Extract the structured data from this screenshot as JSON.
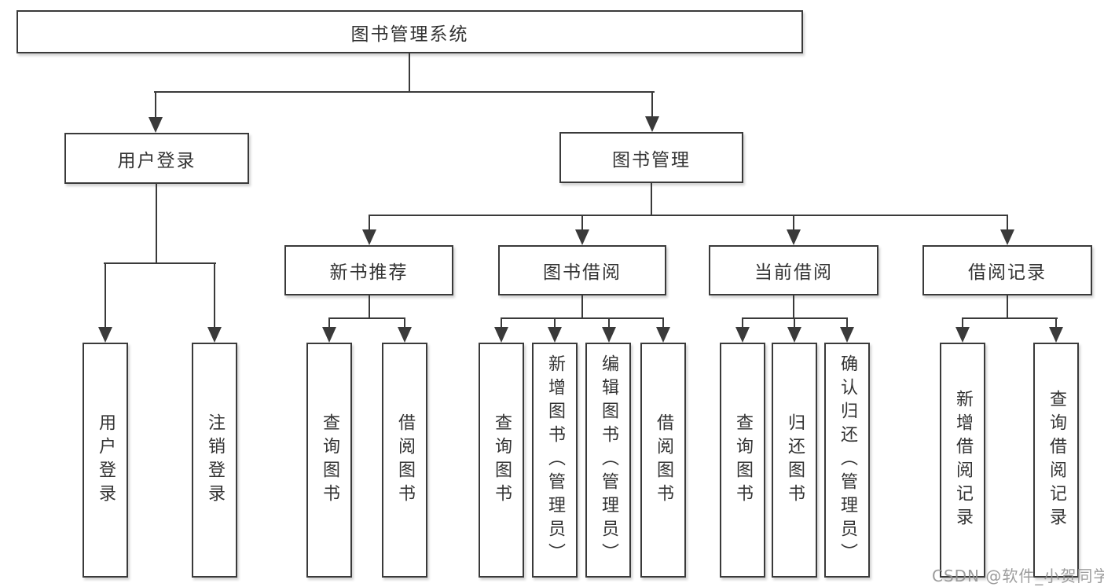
{
  "diagram": {
    "type": "hierarchy-tree",
    "orientation": "top-down",
    "colors": {
      "background": "#ffffff",
      "line": "#3a3a3a",
      "node_border": "#3a3a3a",
      "node_fill": "#ffffff",
      "text": "#333333",
      "watermark_text_color": "#919191"
    },
    "tree": {
      "label": "图书管理系统",
      "children": [
        {
          "label": "用户登录",
          "children": [
            {
              "label": "用户登录"
            },
            {
              "label": "注销登录"
            }
          ]
        },
        {
          "label": "图书管理",
          "children": [
            {
              "label": "新书推荐",
              "children": [
                {
                  "label": "查询图书"
                },
                {
                  "label": "借阅图书"
                }
              ]
            },
            {
              "label": "图书借阅",
              "children": [
                {
                  "label": "查询图书"
                },
                {
                  "label": "新增图书（管理员）"
                },
                {
                  "label": "编辑图书（管理员）"
                },
                {
                  "label": "借阅图书"
                }
              ]
            },
            {
              "label": "当前借阅",
              "children": [
                {
                  "label": "查询图书"
                },
                {
                  "label": "归还图书"
                },
                {
                  "label": "确认归还（管理员）"
                }
              ]
            },
            {
              "label": "借阅记录",
              "children": [
                {
                  "label": "新增借阅记录"
                },
                {
                  "label": "查询借阅记录"
                }
              ]
            }
          ]
        }
      ]
    },
    "watermark": {
      "text": "CSDN @软件_小贺同学"
    }
  }
}
